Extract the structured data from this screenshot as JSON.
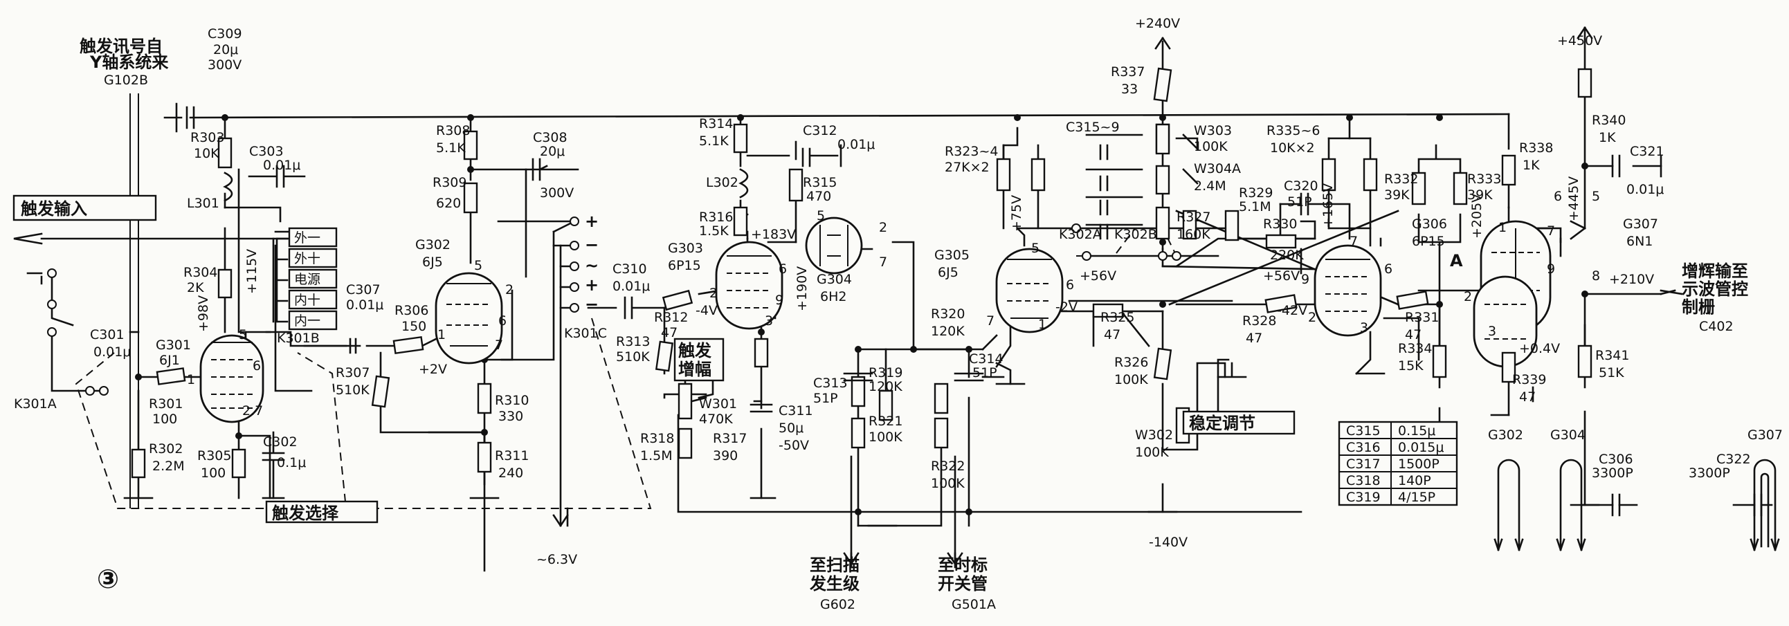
{
  "figure_number": "③",
  "header": {
    "trigger_source_line1": "触发讯号自",
    "trigger_source_line2": "Y轴系统来",
    "trigger_source_ref": "G102B"
  },
  "supplies": {
    "v240": "+240V",
    "v450": "+450V",
    "v_neg140": "-140V",
    "heater": "~6.3V"
  },
  "labels": {
    "trigger_input": "触发输入",
    "trigger_select": "触发选择",
    "trigger_gain_1": "触发",
    "trigger_gain_2": "增幅",
    "stability_adj": "稳定调节",
    "to_sweep_1": "至扫描",
    "to_sweep_2": "发生级",
    "to_sweep_ref": "G602",
    "to_timer_1": "至时标",
    "to_timer_2": "开关管",
    "to_timer_ref": "G501A",
    "to_grid_1": "增辉输至",
    "to_grid_2": "示波管控",
    "to_grid_3": "制栅",
    "to_grid_ref": "C402",
    "plus210": "+210V"
  },
  "switches": {
    "k301a": "K301A",
    "k301b": "K301B",
    "k301c": "K301C",
    "k302a": "K302A",
    "k302b": "K302B",
    "source_options": [
      "外一",
      "外十",
      "电源",
      "内十",
      "内一"
    ],
    "coupling_plus": "+",
    "coupling_minus": "−",
    "coupling_ac": "~",
    "coupling_plus2": "+",
    "coupling_minus2": "−"
  },
  "tubes": {
    "g301": {
      "name": "G301",
      "type": "6J1"
    },
    "g302": {
      "name": "G302",
      "type": "6J5"
    },
    "g303": {
      "name": "G303",
      "type": "6P15"
    },
    "g304": {
      "name": "G304",
      "type": "6H2"
    },
    "g305": {
      "name": "G305",
      "type": "6J5"
    },
    "g306": {
      "name": "G306",
      "type": "6P15"
    },
    "g307": {
      "name": "G307",
      "type": "6N1"
    }
  },
  "components": {
    "c309": {
      "name": "C309",
      "v1": "20μ",
      "v2": "300V"
    },
    "r303": {
      "name": "R303",
      "value": "10K"
    },
    "c303": {
      "name": "C303",
      "value": "0.01μ"
    },
    "l301": "L301",
    "r304": {
      "name": "R304",
      "value": "2K"
    },
    "c301": {
      "name": "C301",
      "value": "0.01μ"
    },
    "r301": {
      "name": "R301",
      "value": "100"
    },
    "r302": {
      "name": "R302",
      "value": "2.2M"
    },
    "r305": {
      "name": "R305",
      "value": "100"
    },
    "c302": {
      "name": "C302",
      "value": "0.1μ"
    },
    "r308": {
      "name": "R308",
      "value": "5.1K"
    },
    "c308": {
      "name": "C308",
      "v1": "20μ",
      "v2": "300V"
    },
    "r309": {
      "name": "R309",
      "value": "620"
    },
    "c307": {
      "name": "C307",
      "value": "0.01μ"
    },
    "r306": {
      "name": "R306",
      "value": "150"
    },
    "r307": {
      "name": "R307",
      "value": "510K"
    },
    "r310": {
      "name": "R310",
      "value": "330"
    },
    "r311": {
      "name": "R311",
      "value": "240"
    },
    "c310": {
      "name": "C310",
      "value": "0.01μ"
    },
    "r312": {
      "name": "R312",
      "value": "47"
    },
    "r313": {
      "name": "R313",
      "value": "510K"
    },
    "w301": {
      "name": "W301",
      "value": "470K"
    },
    "r318": {
      "name": "R318",
      "value": "1.5M"
    },
    "r314": {
      "name": "R314",
      "value": "5.1K"
    },
    "l302": "L302",
    "r316": {
      "name": "R316",
      "value": "1.5K"
    },
    "c312": {
      "name": "C312",
      "value": "0.01μ"
    },
    "r315": {
      "name": "R315",
      "value": "470"
    },
    "r317": {
      "name": "R317",
      "value": "390"
    },
    "c311": {
      "name": "C311",
      "v1": "50μ",
      "v2": "-50V"
    },
    "c313": {
      "name": "C313",
      "value": "51P"
    },
    "r319": {
      "name": "R319",
      "value": "120K"
    },
    "r321": {
      "name": "R321",
      "value": "100K"
    },
    "r320": {
      "name": "R320",
      "value": "120K"
    },
    "r322": {
      "name": "R322",
      "value": "100K"
    },
    "c314": {
      "name": "C314",
      "value": "51P"
    },
    "r323": {
      "name": "R323~4",
      "value": "27K×2"
    },
    "c315_9": "C315~9",
    "r325": {
      "name": "R325",
      "value": "47"
    },
    "r326": {
      "name": "R326",
      "value": "100K"
    },
    "w302": {
      "name": "W302",
      "value": "100K"
    },
    "r337": {
      "name": "R337",
      "value": "33"
    },
    "w303": {
      "name": "W303",
      "value": "100K"
    },
    "w304a": {
      "name": "W304A",
      "value": "2.4M"
    },
    "r327": {
      "name": "R327",
      "value": "160K"
    },
    "r329": {
      "name": "R329",
      "value": "5.1M"
    },
    "r330": {
      "name": "R330",
      "value": "220K"
    },
    "r328": {
      "name": "R328",
      "value": "47"
    },
    "r335": {
      "name": "R335~6",
      "value": "10K×2"
    },
    "c320": {
      "name": "C320",
      "value": "51P"
    },
    "r332": {
      "name": "R332",
      "value": "39K"
    },
    "r333": {
      "name": "R333",
      "value": "39K"
    },
    "r331": {
      "name": "R331",
      "value": "47"
    },
    "r334": {
      "name": "R334",
      "value": "15K"
    },
    "r338": {
      "name": "R338",
      "value": "1K"
    },
    "r339": {
      "name": "R339",
      "value": "47"
    },
    "r340": {
      "name": "R340",
      "value": "1K"
    },
    "c321": {
      "name": "C321",
      "value": "0.01μ"
    },
    "r341": {
      "name": "R341",
      "value": "51K"
    },
    "c306": {
      "name": "C306",
      "value": "3300P"
    },
    "c322": {
      "name": "C322",
      "value": "3300P"
    }
  },
  "voltages": {
    "p98": "+98V",
    "p115": "+115V",
    "p2v": "+2V",
    "p183": "+183V",
    "m4v": "-4V",
    "p190": "+190V",
    "p75": "+75V",
    "p56a": "+56V",
    "p56b": "+56V",
    "m2v": "-2V",
    "m42": "-42V",
    "p165": "+165V",
    "p205": "+205V",
    "p04": "+0.4V",
    "p445": "+445V"
  },
  "pins": {
    "g301_p1": "1",
    "g301_p5": "5",
    "g301_p6": "6",
    "g301_p27": "2.7",
    "g302_p5": "5",
    "g302_p1": "1",
    "g302_p2": "2",
    "g302_p6": "6",
    "g302_p7": "7",
    "g303_p2": "2",
    "g303_p6": "6",
    "g303_p9": "9",
    "g303_p3": "3",
    "g304_p5": "5",
    "g304_p2": "2",
    "g304_p7": "7",
    "g305_p5": "5",
    "g305_p6": "6",
    "g305_p7": "7",
    "g305_p1": "1",
    "g306_p7": "7",
    "g306_p6": "6",
    "g306_p2": "2",
    "g306_p9": "9",
    "g306_p3": "3",
    "g307_p6": "6",
    "g307_p5": "5",
    "g307_p7": "7",
    "g307_p9": "9",
    "g307_p8": "8",
    "g307_p2": "2",
    "g307_p3": "3",
    "g307_p1": "1",
    "node_a": "A"
  },
  "table": {
    "rows": [
      {
        "ref": "C315",
        "value": "0.15μ"
      },
      {
        "ref": "C316",
        "value": "0.015μ"
      },
      {
        "ref": "C317",
        "value": "1500P"
      },
      {
        "ref": "C318",
        "value": "140P"
      },
      {
        "ref": "C319",
        "value": "4/15P"
      }
    ]
  },
  "heater_diagrams": {
    "g302": "G302",
    "g304": "G304",
    "g307": "G307"
  }
}
